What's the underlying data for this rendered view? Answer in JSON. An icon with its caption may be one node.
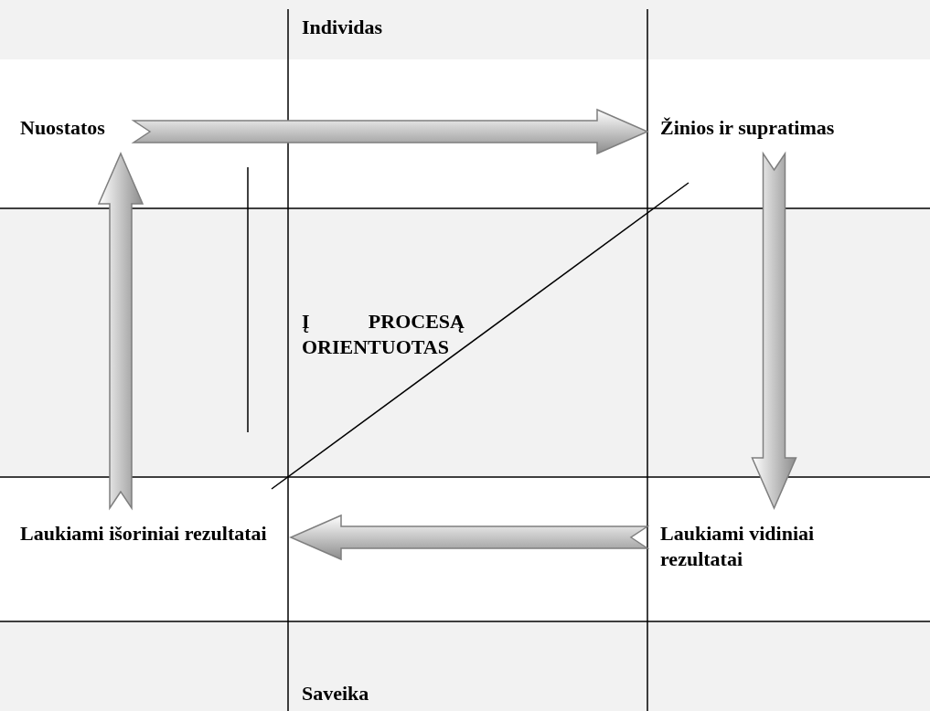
{
  "diagram": {
    "nodes": [
      {
        "text": [
          "Individas"
        ]
      },
      {
        "text": [
          "Nuostatos"
        ]
      },
      {
        "text": [
          "Žinios ir supratimas"
        ]
      },
      {
        "text": [
          "Į PROCESĄ ORIENTUOTAS"
        ]
      },
      {
        "text": [
          "Laukiami išoriniai rezultatai"
        ]
      },
      {
        "text": [
          "Laukiami vidiniai rezultatai"
        ]
      },
      {
        "text": [
          "Saveika"
        ]
      }
    ],
    "edges": [
      {
        "from": 1,
        "to": 2,
        "arrow": "to"
      },
      {
        "from": 2,
        "to": 5,
        "arrow": "to"
      },
      {
        "from": 5,
        "to": 4,
        "arrow": "to"
      },
      {
        "from": 4,
        "to": 1,
        "arrow": "to"
      }
    ]
  }
}
